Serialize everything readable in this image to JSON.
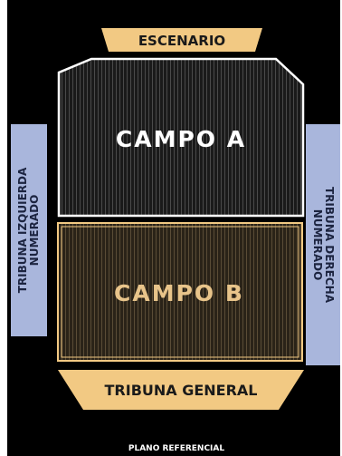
{
  "stage": {
    "label": "ESCENARIO"
  },
  "sections": {
    "campo_a": {
      "label": "CAMPO A"
    },
    "campo_b": {
      "label": "CAMPO B"
    },
    "tribuna_izquierda": {
      "line1": "TRIBUNA IZQUIERDA",
      "line2": "NUMERADO"
    },
    "tribuna_derecha": {
      "line1": "TRIBUNA DERECHA",
      "line2": "NUMERADO"
    },
    "tribuna_general": {
      "label": "TRIBUNA GENERAL"
    }
  },
  "footer": {
    "caption": "PLANO REFERENCIAL"
  },
  "colors": {
    "background": "#000000",
    "gold": "#F2C983",
    "gold_text": "#E8C48A",
    "side_stands": "#A9B6DC",
    "stand_text": "#1C2440",
    "campo_a_fill": "#161616",
    "campo_b_fill": "#2A2318",
    "white": "#FFFFFF"
  }
}
